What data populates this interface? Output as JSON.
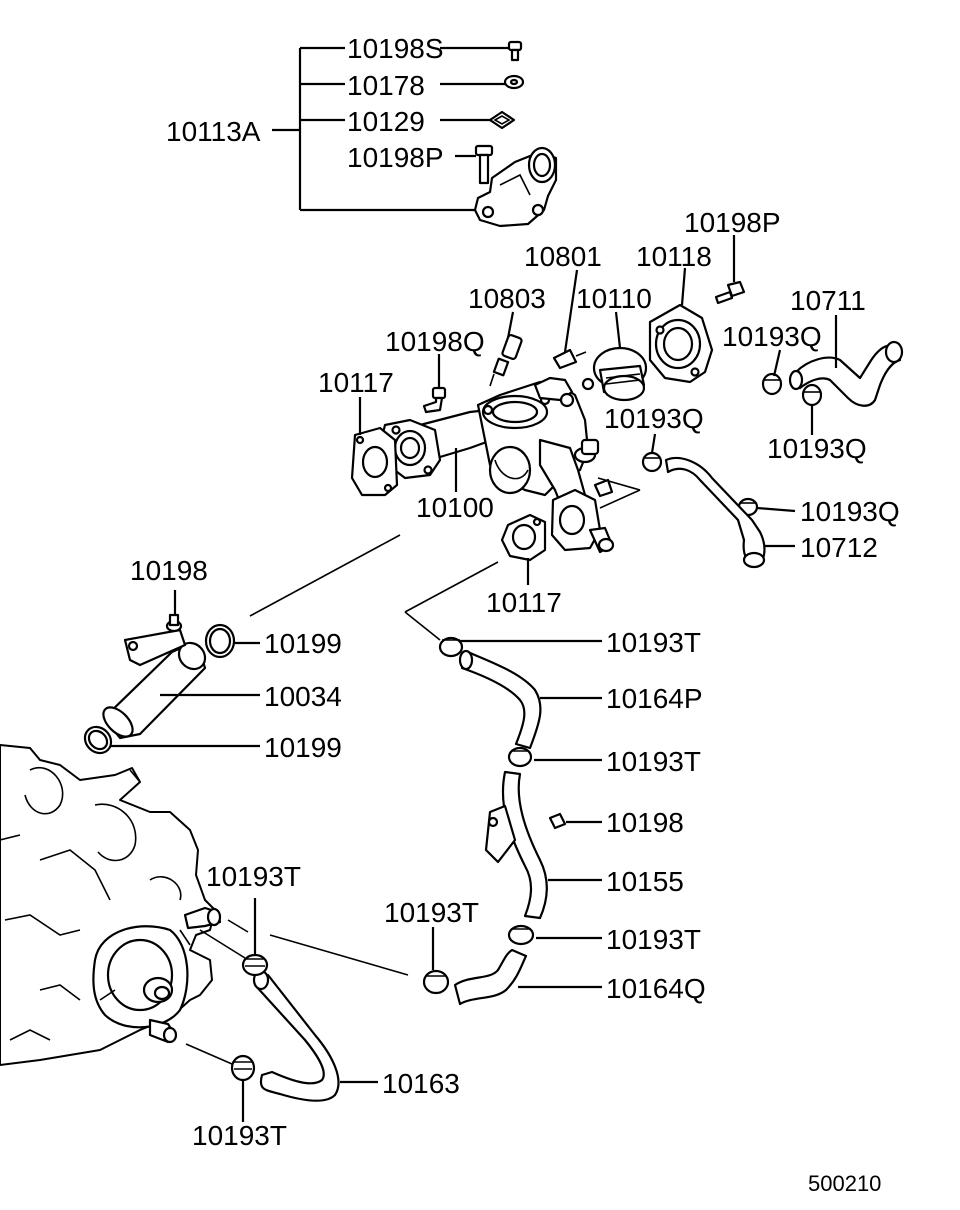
{
  "labels": {
    "p10198S": "10198S",
    "p10178": "10178",
    "p10129": "10129",
    "p10113A": "10113A",
    "p10198P_top": "10198P",
    "p10198P_right": "10198P",
    "p10801": "10801",
    "p10118": "10118",
    "p10803": "10803",
    "p10110": "10110",
    "p10711": "10711",
    "p10198Q": "10198Q",
    "p10193Q_a": "10193Q",
    "p10117_left": "10117",
    "p10193Q_b": "10193Q",
    "p10193Q_c": "10193Q",
    "p10100": "10100",
    "p10193Q_d": "10193Q",
    "p10712": "10712",
    "p10198_left": "10198",
    "p10117_bottom": "10117",
    "p10199_top": "10199",
    "p10193T_a": "10193T",
    "p10034": "10034",
    "p10164P": "10164P",
    "p10199_bottom": "10199",
    "p10193T_b": "10193T",
    "p10198_right": "10198",
    "p10193T_c": "10193T",
    "p10155": "10155",
    "p10193T_d": "10193T",
    "p10193T_e": "10193T",
    "p10164Q": "10164Q",
    "p10163": "10163",
    "p10193T_f": "10193T"
  },
  "diagram_code": "500210"
}
